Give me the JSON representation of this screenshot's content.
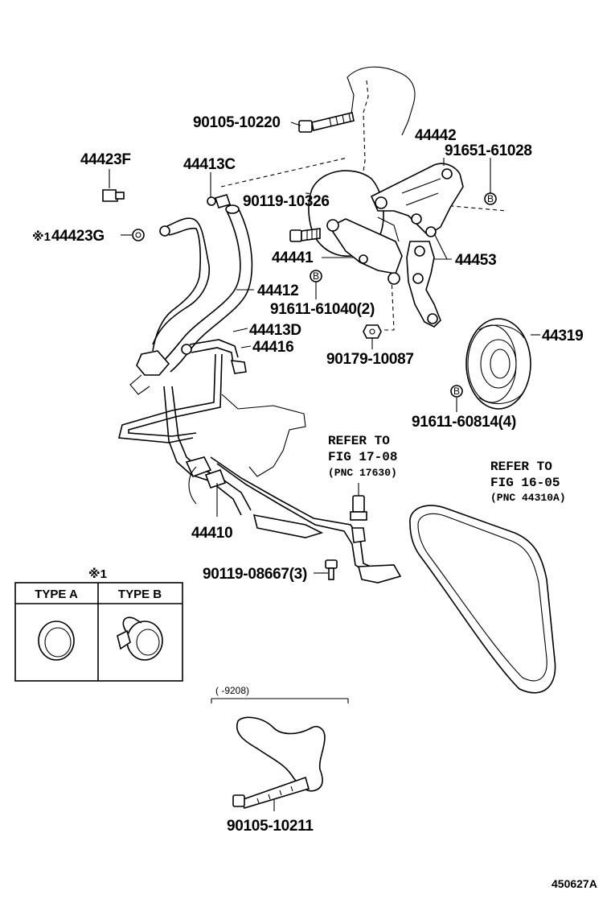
{
  "parts": {
    "p1": "90105-10220",
    "p2": "44442",
    "p3": "91651-61028",
    "p4": "44423F",
    "p5": "44413C",
    "p6": "90119-10326",
    "p7": "44423G",
    "p7_mark": "※1",
    "p8": "44441",
    "p9": "44453",
    "p10": "44412",
    "p11": "91611-61040(2)",
    "p12": "44413D",
    "p13": "44416",
    "p14": "90179-10087",
    "p15": "44319",
    "p16": "91611-60814(4)",
    "p17": "44410",
    "p18": "90119-08667(3)",
    "p19": "90105-10211"
  },
  "refer1": {
    "line1": "REFER TO",
    "line2": "FIG 17-08",
    "line3": "(PNC 17630)"
  },
  "refer2": {
    "line1": "REFER TO",
    "line2": "FIG 16-05",
    "line3": "(PNC 44310A)"
  },
  "types": {
    "mark": "※1",
    "a": "TYPE A",
    "b": "TYPE B"
  },
  "range_label": "(      -9208)",
  "washer_letter": "B",
  "figure_code": "450627A"
}
